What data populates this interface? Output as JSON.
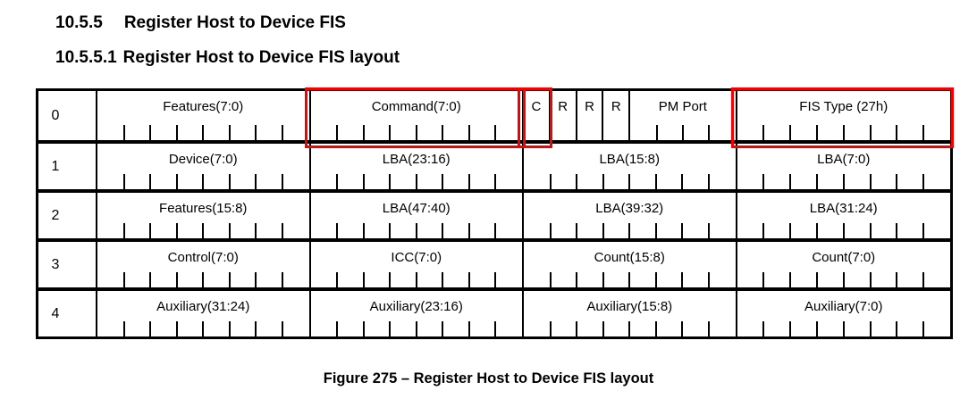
{
  "headings": {
    "section_number": "10.5.5",
    "section_title": "Register Host to Device FIS",
    "subsection_number": "10.5.5.1",
    "subsection_title": "Register Host to Device FIS layout"
  },
  "caption": "Figure 275 – Register Host to Device FIS layout",
  "colors": {
    "highlight": "#f40000",
    "border": "#000000",
    "background": "#ffffff",
    "text": "#000000"
  },
  "table": {
    "total_bits_per_row": 32,
    "rows": [
      {
        "index": "0",
        "cells": [
          {
            "label": "Features(7:0)",
            "bits": 8,
            "highlight": false
          },
          {
            "label": "Command(7:0)",
            "bits": 8,
            "highlight": true
          },
          {
            "label": "C",
            "bits": 1,
            "highlight": true
          },
          {
            "label": "R",
            "bits": 1,
            "highlight": false
          },
          {
            "label": "R",
            "bits": 1,
            "highlight": false
          },
          {
            "label": "R",
            "bits": 1,
            "highlight": false
          },
          {
            "label": "PM Port",
            "bits": 4,
            "highlight": false
          },
          {
            "label": "FIS Type (27h)",
            "bits": 8,
            "highlight": true
          }
        ]
      },
      {
        "index": "1",
        "cells": [
          {
            "label": "Device(7:0)",
            "bits": 8,
            "highlight": false
          },
          {
            "label": "LBA(23:16)",
            "bits": 8,
            "highlight": false
          },
          {
            "label": "LBA(15:8)",
            "bits": 8,
            "highlight": false
          },
          {
            "label": "LBA(7:0)",
            "bits": 8,
            "highlight": false
          }
        ]
      },
      {
        "index": "2",
        "cells": [
          {
            "label": "Features(15:8)",
            "bits": 8,
            "highlight": false
          },
          {
            "label": "LBA(47:40)",
            "bits": 8,
            "highlight": false
          },
          {
            "label": "LBA(39:32)",
            "bits": 8,
            "highlight": false
          },
          {
            "label": "LBA(31:24)",
            "bits": 8,
            "highlight": false
          }
        ]
      },
      {
        "index": "3",
        "cells": [
          {
            "label": "Control(7:0)",
            "bits": 8,
            "highlight": false
          },
          {
            "label": "ICC(7:0)",
            "bits": 8,
            "highlight": false
          },
          {
            "label": "Count(15:8)",
            "bits": 8,
            "highlight": false
          },
          {
            "label": "Count(7:0)",
            "bits": 8,
            "highlight": false
          }
        ]
      },
      {
        "index": "4",
        "cells": [
          {
            "label": "Auxiliary(31:24)",
            "bits": 8,
            "highlight": false
          },
          {
            "label": "Auxiliary(23:16)",
            "bits": 8,
            "highlight": false
          },
          {
            "label": "Auxiliary(15:8)",
            "bits": 8,
            "highlight": false
          },
          {
            "label": "Auxiliary(7:0)",
            "bits": 8,
            "highlight": false
          }
        ]
      }
    ]
  }
}
